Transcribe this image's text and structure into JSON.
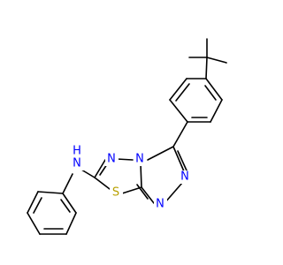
{
  "molecule": {
    "colors": {
      "bond": "#000000",
      "nitrogen": "#0000ff",
      "sulfur": "#b8a000",
      "background": "#ffffff"
    },
    "atoms": {
      "nh_n": "N",
      "nh_h": "H",
      "n_upper_left": "N",
      "n_bridge": "N",
      "n_right_upper": "N",
      "n_right_lower": "N",
      "s": "S"
    }
  }
}
